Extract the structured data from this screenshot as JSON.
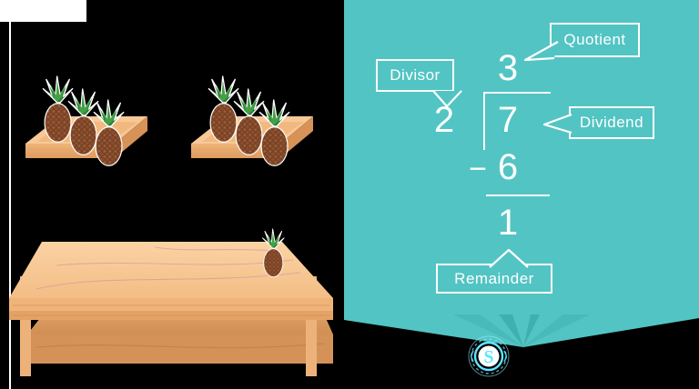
{
  "scene": {
    "title": "Long division with remainder illustrated by pineapples",
    "background_color": "#000000",
    "panel_color": "#52c4c3",
    "accent_white": "#ffffff",
    "logo_color": "#5fe6ff"
  },
  "illustration": {
    "table": {
      "name": "wooden-table",
      "wood_top_color": "#f7c896",
      "wood_shade_color": "#e8a96b",
      "wood_dark_color": "#c98c4e",
      "pineapples_on_table": 1
    },
    "crates": [
      {
        "name": "crate-left",
        "pineapple_count": 3
      },
      {
        "name": "crate-right",
        "pineapple_count": 3
      }
    ],
    "pineapple": {
      "body_color": "#8b4f2e",
      "body_light_color": "#a5653c",
      "leaf_color": "#2e7d32",
      "leaf_light_color": "#43a047"
    },
    "total_pineapples": 7
  },
  "division": {
    "quotient": "3",
    "divisor": "2",
    "dividend": "7",
    "minus_sign": "−",
    "subtrahend": "6",
    "remainder": "1",
    "labels": {
      "quotient": "Quotient",
      "divisor": "Divisor",
      "dividend": "Dividend",
      "remainder": "Remainder"
    }
  },
  "logo": {
    "letter": "S"
  }
}
